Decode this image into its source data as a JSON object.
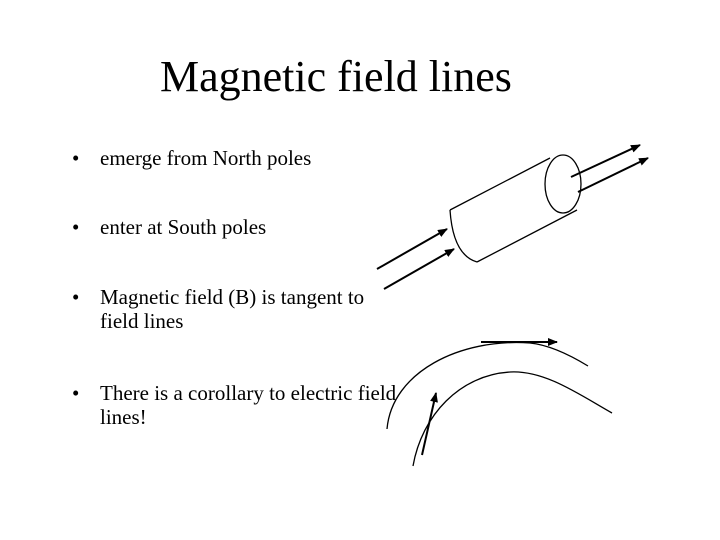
{
  "title": "Magnetic field lines",
  "bullets": [
    {
      "marker": "•",
      "text": "emerge from North poles"
    },
    {
      "marker": "•",
      "text": "enter at South poles"
    },
    {
      "marker": "•",
      "text": "Magnetic field (B) is tangent to field lines"
    },
    {
      "marker": "•",
      "text": "There is a corollary to electric field lines!"
    }
  ],
  "colors": {
    "background": "#ffffff",
    "text": "#000000",
    "stroke": "#000000"
  }
}
